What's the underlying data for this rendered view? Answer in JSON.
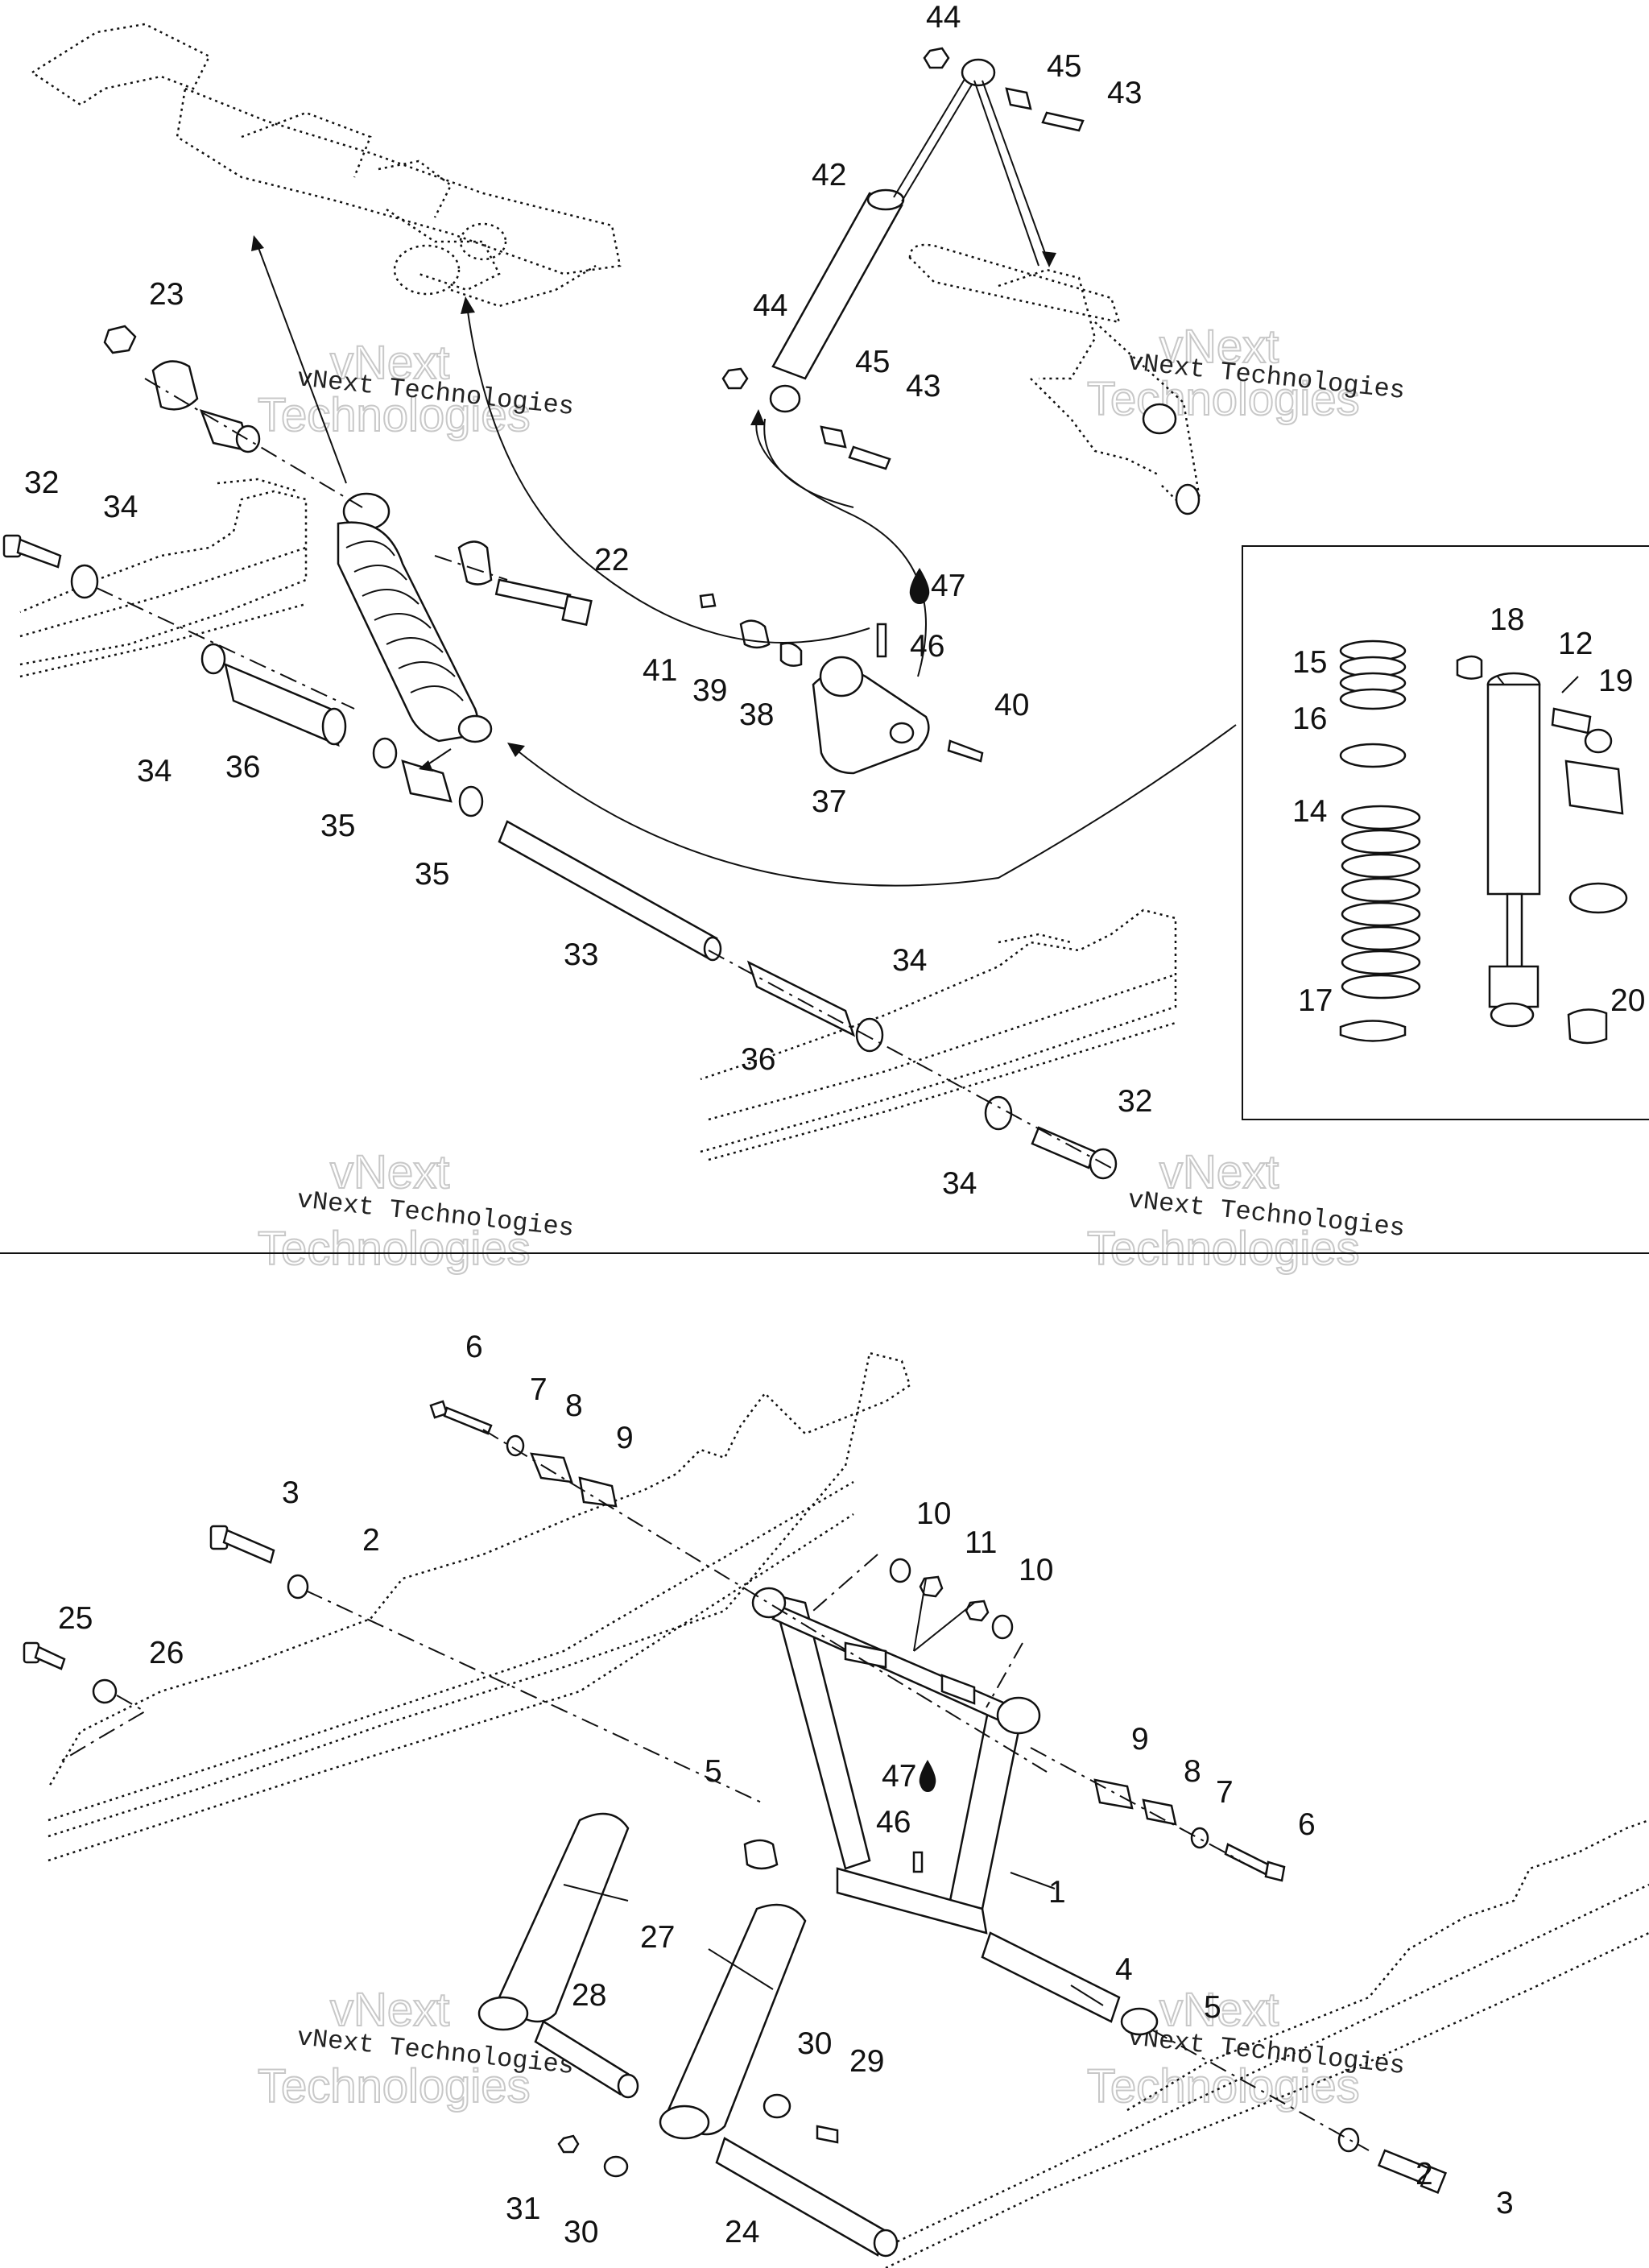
{
  "callouts": {
    "c1": "1",
    "c2a": "2",
    "c2b": "2",
    "c3a": "3",
    "c3b": "3",
    "c4": "4",
    "c5a": "5",
    "c5b": "5",
    "c6a": "6",
    "c6b": "6",
    "c7a": "7",
    "c7b": "7",
    "c8a": "8",
    "c8b": "8",
    "c9a": "9",
    "c9b": "9",
    "c10a": "10",
    "c10b": "10",
    "c11": "11",
    "c12": "12",
    "c14": "14",
    "c15": "15",
    "c16": "16",
    "c17": "17",
    "c18": "18",
    "c19": "19",
    "c20": "20",
    "c22": "22",
    "c23": "23",
    "c24": "24",
    "c25": "25",
    "c26": "26",
    "c27": "27",
    "c28": "28",
    "c29": "29",
    "c30a": "30",
    "c30b": "30",
    "c31": "31",
    "c32a": "32",
    "c32b": "32",
    "c33": "33",
    "c34a": "34",
    "c34b": "34",
    "c34c": "34",
    "c34d": "34",
    "c35a": "35",
    "c35b": "35",
    "c36a": "36",
    "c36b": "36",
    "c37": "37",
    "c38": "38",
    "c39": "39",
    "c40": "40",
    "c41": "41",
    "c42": "42",
    "c43a": "43",
    "c43b": "43",
    "c44a": "44",
    "c44b": "44",
    "c45a": "45",
    "c45b": "45",
    "c46a": "46",
    "c46b": "46",
    "c47a": "47",
    "c47b": "47"
  },
  "watermark": {
    "line1": "vNext Technologies",
    "line2": "vNext",
    "line3": "Technologies"
  },
  "icons": {
    "lubricant": "oil-drop-icon"
  },
  "colors": {
    "ink": "#111111",
    "background": "#ffffff",
    "watermark_outline": "#c8c8c8"
  }
}
